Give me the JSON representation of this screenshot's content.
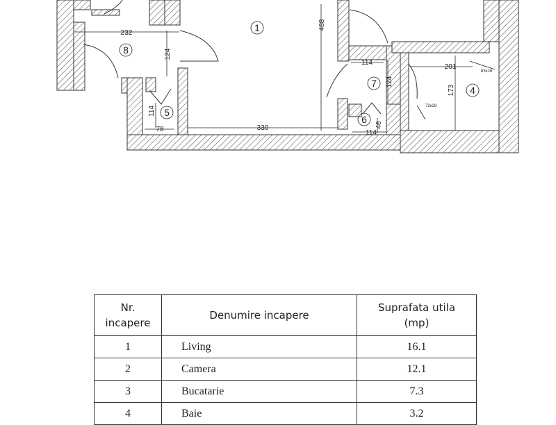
{
  "plan": {
    "room_numbers": [
      "1",
      "4",
      "5",
      "6",
      "7",
      "8"
    ],
    "dimensions": [
      "232",
      "124",
      "488",
      "114",
      "201",
      "124",
      "173",
      "114",
      "78",
      "330",
      "46",
      "114"
    ],
    "window_notes": [
      "83x16",
      "72x28"
    ]
  },
  "table": {
    "headers": [
      "Nr.\nincapere",
      "Denumire incapere",
      "Suprafata utila\n(mp)"
    ],
    "rows": [
      {
        "nr": "1",
        "name": "Living",
        "area": "16.1"
      },
      {
        "nr": "2",
        "name": "Camera",
        "area": "12.1"
      },
      {
        "nr": "3",
        "name": "Bucatarie",
        "area": "7.3"
      },
      {
        "nr": "4",
        "name": "Baie",
        "area": "3.2"
      }
    ]
  },
  "colors": {
    "line": "#333333",
    "paper": "#ffffff"
  }
}
